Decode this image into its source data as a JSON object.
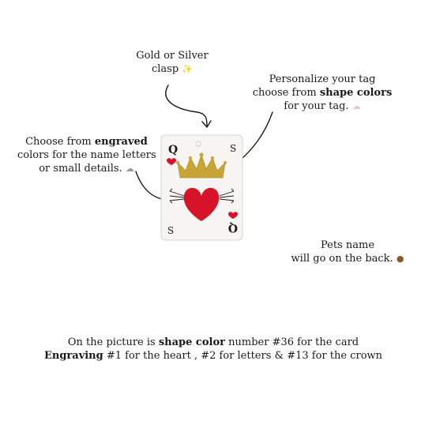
{
  "clasp_note": {
    "line1": "Gold or Silver",
    "line2": "clasp",
    "icon": "sparkles-icon",
    "glyph": "✨"
  },
  "personalize_note": {
    "line1": "Personalize your tag",
    "line2_prefix": "choose from",
    "line2_bold": "shape colors",
    "line3": "for your tag.",
    "icon": "cloud-icon",
    "glyph": "☁"
  },
  "engrave_note": {
    "line1_prefix": "Choose from",
    "line1_bold": "engraved",
    "line2": "colors for the name letters",
    "line3": "or small details.",
    "icon": "cloud-icon",
    "glyph": "☁"
  },
  "pets_note": {
    "line1": "Pets name",
    "line2": "will go on the back.",
    "icon": "teddy-bear-icon",
    "glyph": "●"
  },
  "bottom_note": {
    "line1_prefix": "On the picture is",
    "line1_bold": "shape color",
    "line1_suffix": "number #36 for the card",
    "line2_bold": "Engraving",
    "line2_suffix": "#1 for the heart , #2 for letters & #13 for the crown"
  },
  "card": {
    "rank_top": "Q",
    "rank_bottom": "Q",
    "card_color": "#f7f5f2",
    "heart_color": "#d7132a",
    "crown_color": "#c9a538",
    "ink_color": "#1a1a1a"
  }
}
